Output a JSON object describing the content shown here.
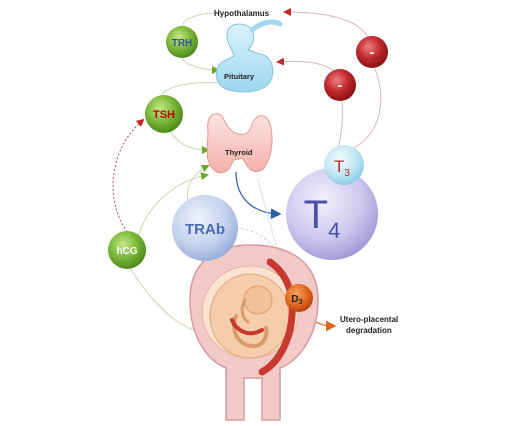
{
  "labels": {
    "hypothalamus": "Hypothalamus",
    "pituitary": "Pituitary",
    "thyroid": "Thyroid",
    "utero_placental_line1": "Utero-placental",
    "utero_placental_line2": "degradation"
  },
  "nodes": {
    "trh": "TRH",
    "tsh": "TSH",
    "hcg": "hCG",
    "trab": "TRAb",
    "t3_base": "T",
    "t3_sub": "3",
    "t4_base": "T",
    "t4_sub": "4",
    "d3_base": "D",
    "d3_sub": "3",
    "minus_top": "-",
    "minus_bottom": "-"
  },
  "colors": {
    "green_node": "#7cb83a",
    "green_text": "#2f5597",
    "tsh_text": "#c00000",
    "red_node": "#c0282c",
    "trab_node": "#b8c9e6",
    "t4_node": "#c7c3ea",
    "t3_node": "#bfe5f3",
    "pituitary": "#b9e4f5",
    "thyroid": "#f7c6c2",
    "d3_node": "#e2641e",
    "uterus": "#f2c9c9",
    "fetus": "#f6d6bd",
    "placenta": "#c83a2e"
  }
}
